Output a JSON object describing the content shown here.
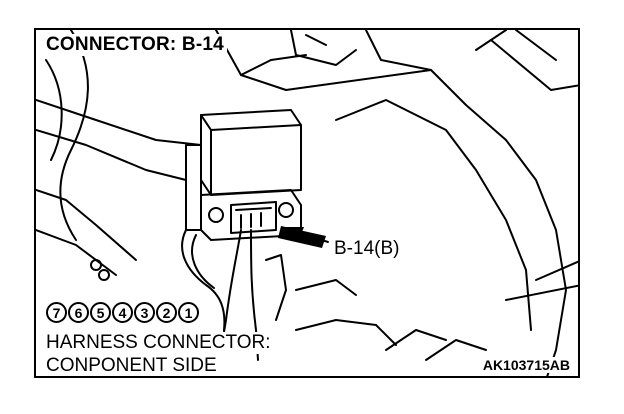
{
  "title": "CONNECTOR: B-14",
  "callout_label": "B-14(B)",
  "caption_line1": "HARNESS CONNECTOR:",
  "caption_line2": "CONPONENT SIDE",
  "figure_id": "AK103715AB",
  "pins": [
    "7",
    "6",
    "5",
    "4",
    "3",
    "2",
    "1"
  ]
}
